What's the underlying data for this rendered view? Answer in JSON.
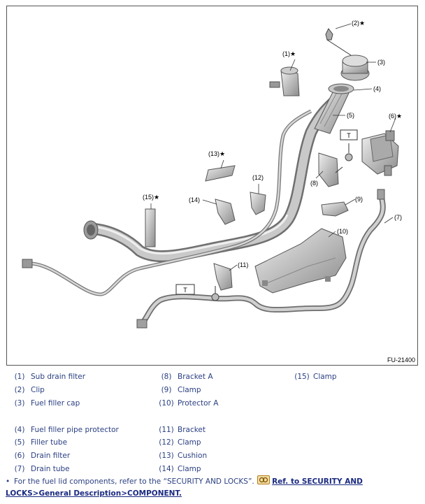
{
  "figure": {
    "code": "FU-21400",
    "callouts": [
      {
        "id": "c1",
        "text": "(1)★"
      },
      {
        "id": "c2",
        "text": "(2)★"
      },
      {
        "id": "c3",
        "text": "(3)"
      },
      {
        "id": "c4",
        "text": "(4)"
      },
      {
        "id": "c5",
        "text": "(5)"
      },
      {
        "id": "c6",
        "text": "(6)★"
      },
      {
        "id": "c7",
        "text": "(7)"
      },
      {
        "id": "c8",
        "text": "(8)"
      },
      {
        "id": "c9",
        "text": "(9)"
      },
      {
        "id": "c10",
        "text": "(10)"
      },
      {
        "id": "c11",
        "text": "(11)"
      },
      {
        "id": "c12",
        "text": "(12)"
      },
      {
        "id": "c13",
        "text": "(13)★"
      },
      {
        "id": "c14",
        "text": "(14)"
      },
      {
        "id": "c15",
        "text": "(15)★"
      }
    ],
    "torque_label": "T"
  },
  "legend": {
    "col1": [
      {
        "num": "(1)",
        "text": "Sub drain filter"
      },
      {
        "num": "(2)",
        "text": "Clip"
      },
      {
        "num": "(3)",
        "text": "Fuel filler cap"
      },
      {
        "num": "",
        "text": ""
      },
      {
        "num": "(4)",
        "text": "Fuel filler pipe protector"
      },
      {
        "num": "(5)",
        "text": "Filler tube"
      },
      {
        "num": "(6)",
        "text": "Drain filter"
      },
      {
        "num": "(7)",
        "text": "Drain tube"
      }
    ],
    "col2": [
      {
        "num": "(8)",
        "text": "Bracket A"
      },
      {
        "num": "(9)",
        "text": "Clamp"
      },
      {
        "num": "(10)",
        "text": "Protector A"
      },
      {
        "num": "",
        "text": ""
      },
      {
        "num": "(11)",
        "text": "Bracket"
      },
      {
        "num": "(12)",
        "text": "Clamp"
      },
      {
        "num": "(13)",
        "text": "Cushion"
      },
      {
        "num": "(14)",
        "text": "Clamp"
      }
    ],
    "col3": [
      {
        "num": "(15)",
        "text": "Clamp"
      },
      {
        "num": "",
        "text": ""
      },
      {
        "num": "",
        "text": ""
      },
      {
        "num": "",
        "text": ""
      },
      {
        "num": "",
        "text": ""
      },
      {
        "num": "",
        "text": ""
      },
      {
        "num": "",
        "text": ""
      },
      {
        "num": "",
        "text": ""
      }
    ]
  },
  "note": {
    "bullet": "•",
    "text": "For the fuel lid components, refer to the “SECURITY AND LOCKS”.",
    "link_line1": "Ref. to SECURITY AND LOCKS>General",
    "link_line2": "Description>COMPONENT.",
    "icon": "reference-link-icon"
  }
}
